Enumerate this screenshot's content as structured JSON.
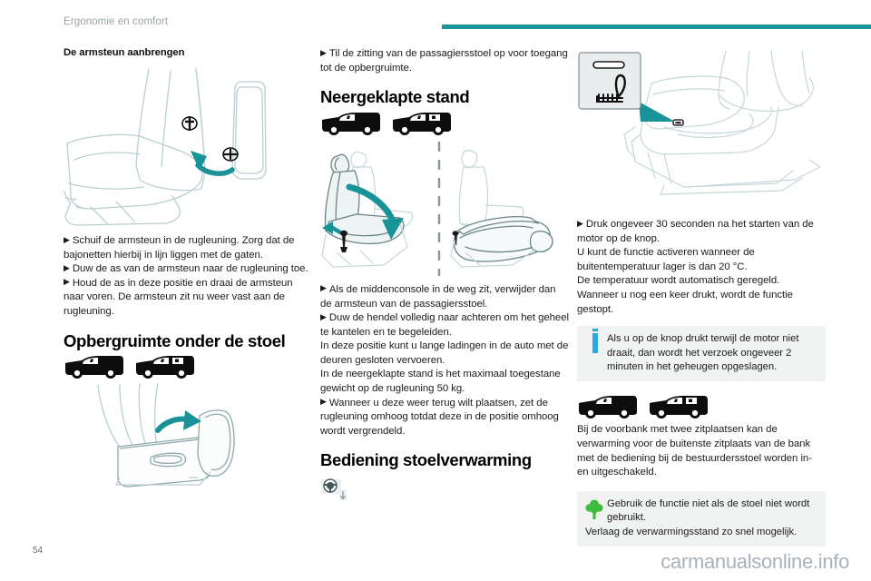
{
  "header": {
    "chapter_title": "Ergonomie en comfort",
    "rule_color": "#1a9398"
  },
  "colors": {
    "accent_teal": "#1a9398",
    "info_cyan": "#29abe2",
    "eco_green": "#3fbc3f",
    "note_background": "#f1f2f2",
    "chapter_text": "#9aa3a8"
  },
  "columns": {
    "left": {
      "heading": "De armsteun aanbrengen",
      "figure_name": "seat-armrest-install-figure",
      "paragraphs": [
        {
          "bullet": true,
          "text": "Schuif de armsteun in de rugleuning. Zorg dat de bajonetten hierbij in lijn liggen met de gaten."
        },
        {
          "bullet": true,
          "text": "Duw de as van de armsteun naar de rugleuning toe."
        },
        {
          "bullet": true,
          "text": "Houd de as in deze positie en draai de armsteun naar voren. De armsteun zit nu weer vast aan de rugleuning."
        }
      ],
      "section_heading": "Opbergruimte onder de stoel",
      "vehicle_icons": [
        "panel-van-icon",
        "crew-van-icon"
      ],
      "figure2_name": "under-seat-storage-figure"
    },
    "middle": {
      "intro": {
        "bullet": true,
        "text": "Til de zitting van de passagiersstoel op voor toegang tot de opbergruimte."
      },
      "section_heading": "Neergeklapte stand",
      "vehicle_icons": [
        "panel-van-icon",
        "crew-van-icon"
      ],
      "figure_name": "folded-flat-seat-figure",
      "paragraphs": [
        {
          "bullet": true,
          "text": "Als de middenconsole in de weg zit, verwijder dan de armsteun van de passagiersstoel."
        },
        {
          "bullet": true,
          "text": "Duw de hendel volledig naar achteren om het geheel te kantelen en te begeleiden."
        },
        {
          "bullet": false,
          "text": "In deze positie kunt u lange ladingen in de auto met de deuren gesloten vervoeren."
        },
        {
          "bullet": false,
          "text": "In de neergeklapte stand is het maximaal toegestane gewicht op de rugleuning 50 kg."
        },
        {
          "bullet": true,
          "text": "Wanneer u deze weer terug wilt plaatsen, zet de rugleuning omhoog totdat deze in de positie omhoog wordt vergrendeld."
        }
      ],
      "section_heading_2": "Bediening stoelverwarming",
      "control_icon": "steering-wheel-control-icon"
    },
    "right": {
      "figure_name": "seat-heating-button-figure",
      "button_icon": "seat-heating-icon",
      "paragraphs": [
        {
          "bullet": true,
          "text": "Druk ongeveer 30 seconden na het starten van de motor op de knop."
        },
        {
          "bullet": false,
          "text": "U kunt de functie activeren wanneer de buitentemperatuur lager is dan 20 °C."
        },
        {
          "bullet": false,
          "text": "De temperatuur wordt automatisch geregeld."
        },
        {
          "bullet": false,
          "text": "Wanneer u nog een keer drukt, wordt de functie gestopt."
        }
      ],
      "info_note": {
        "icon": "info-icon",
        "text": "Als u op de knop drukt terwijl de motor niet draait, dan wordt het verzoek ongeveer 2 minuten in het geheugen opgeslagen."
      },
      "vehicle_icons": [
        "panel-van-icon",
        "crew-van-icon"
      ],
      "paragraph_after_icons": "Bij de voorbank met twee zitplaatsen kan de verwarming voor de buitenste zitplaats van de bank met de bediening bij de bestuurdersstoel worden in- en uitgeschakeld.",
      "eco_note": {
        "icon": "eco-tree-icon",
        "text": "Gebruik de functie niet als de stoel niet wordt gebruikt.",
        "text2": "Verlaag de verwarmingsstand zo snel mogelijk."
      }
    }
  },
  "footer": {
    "page_number": "54",
    "watermark": "carmanualsonline.info"
  }
}
